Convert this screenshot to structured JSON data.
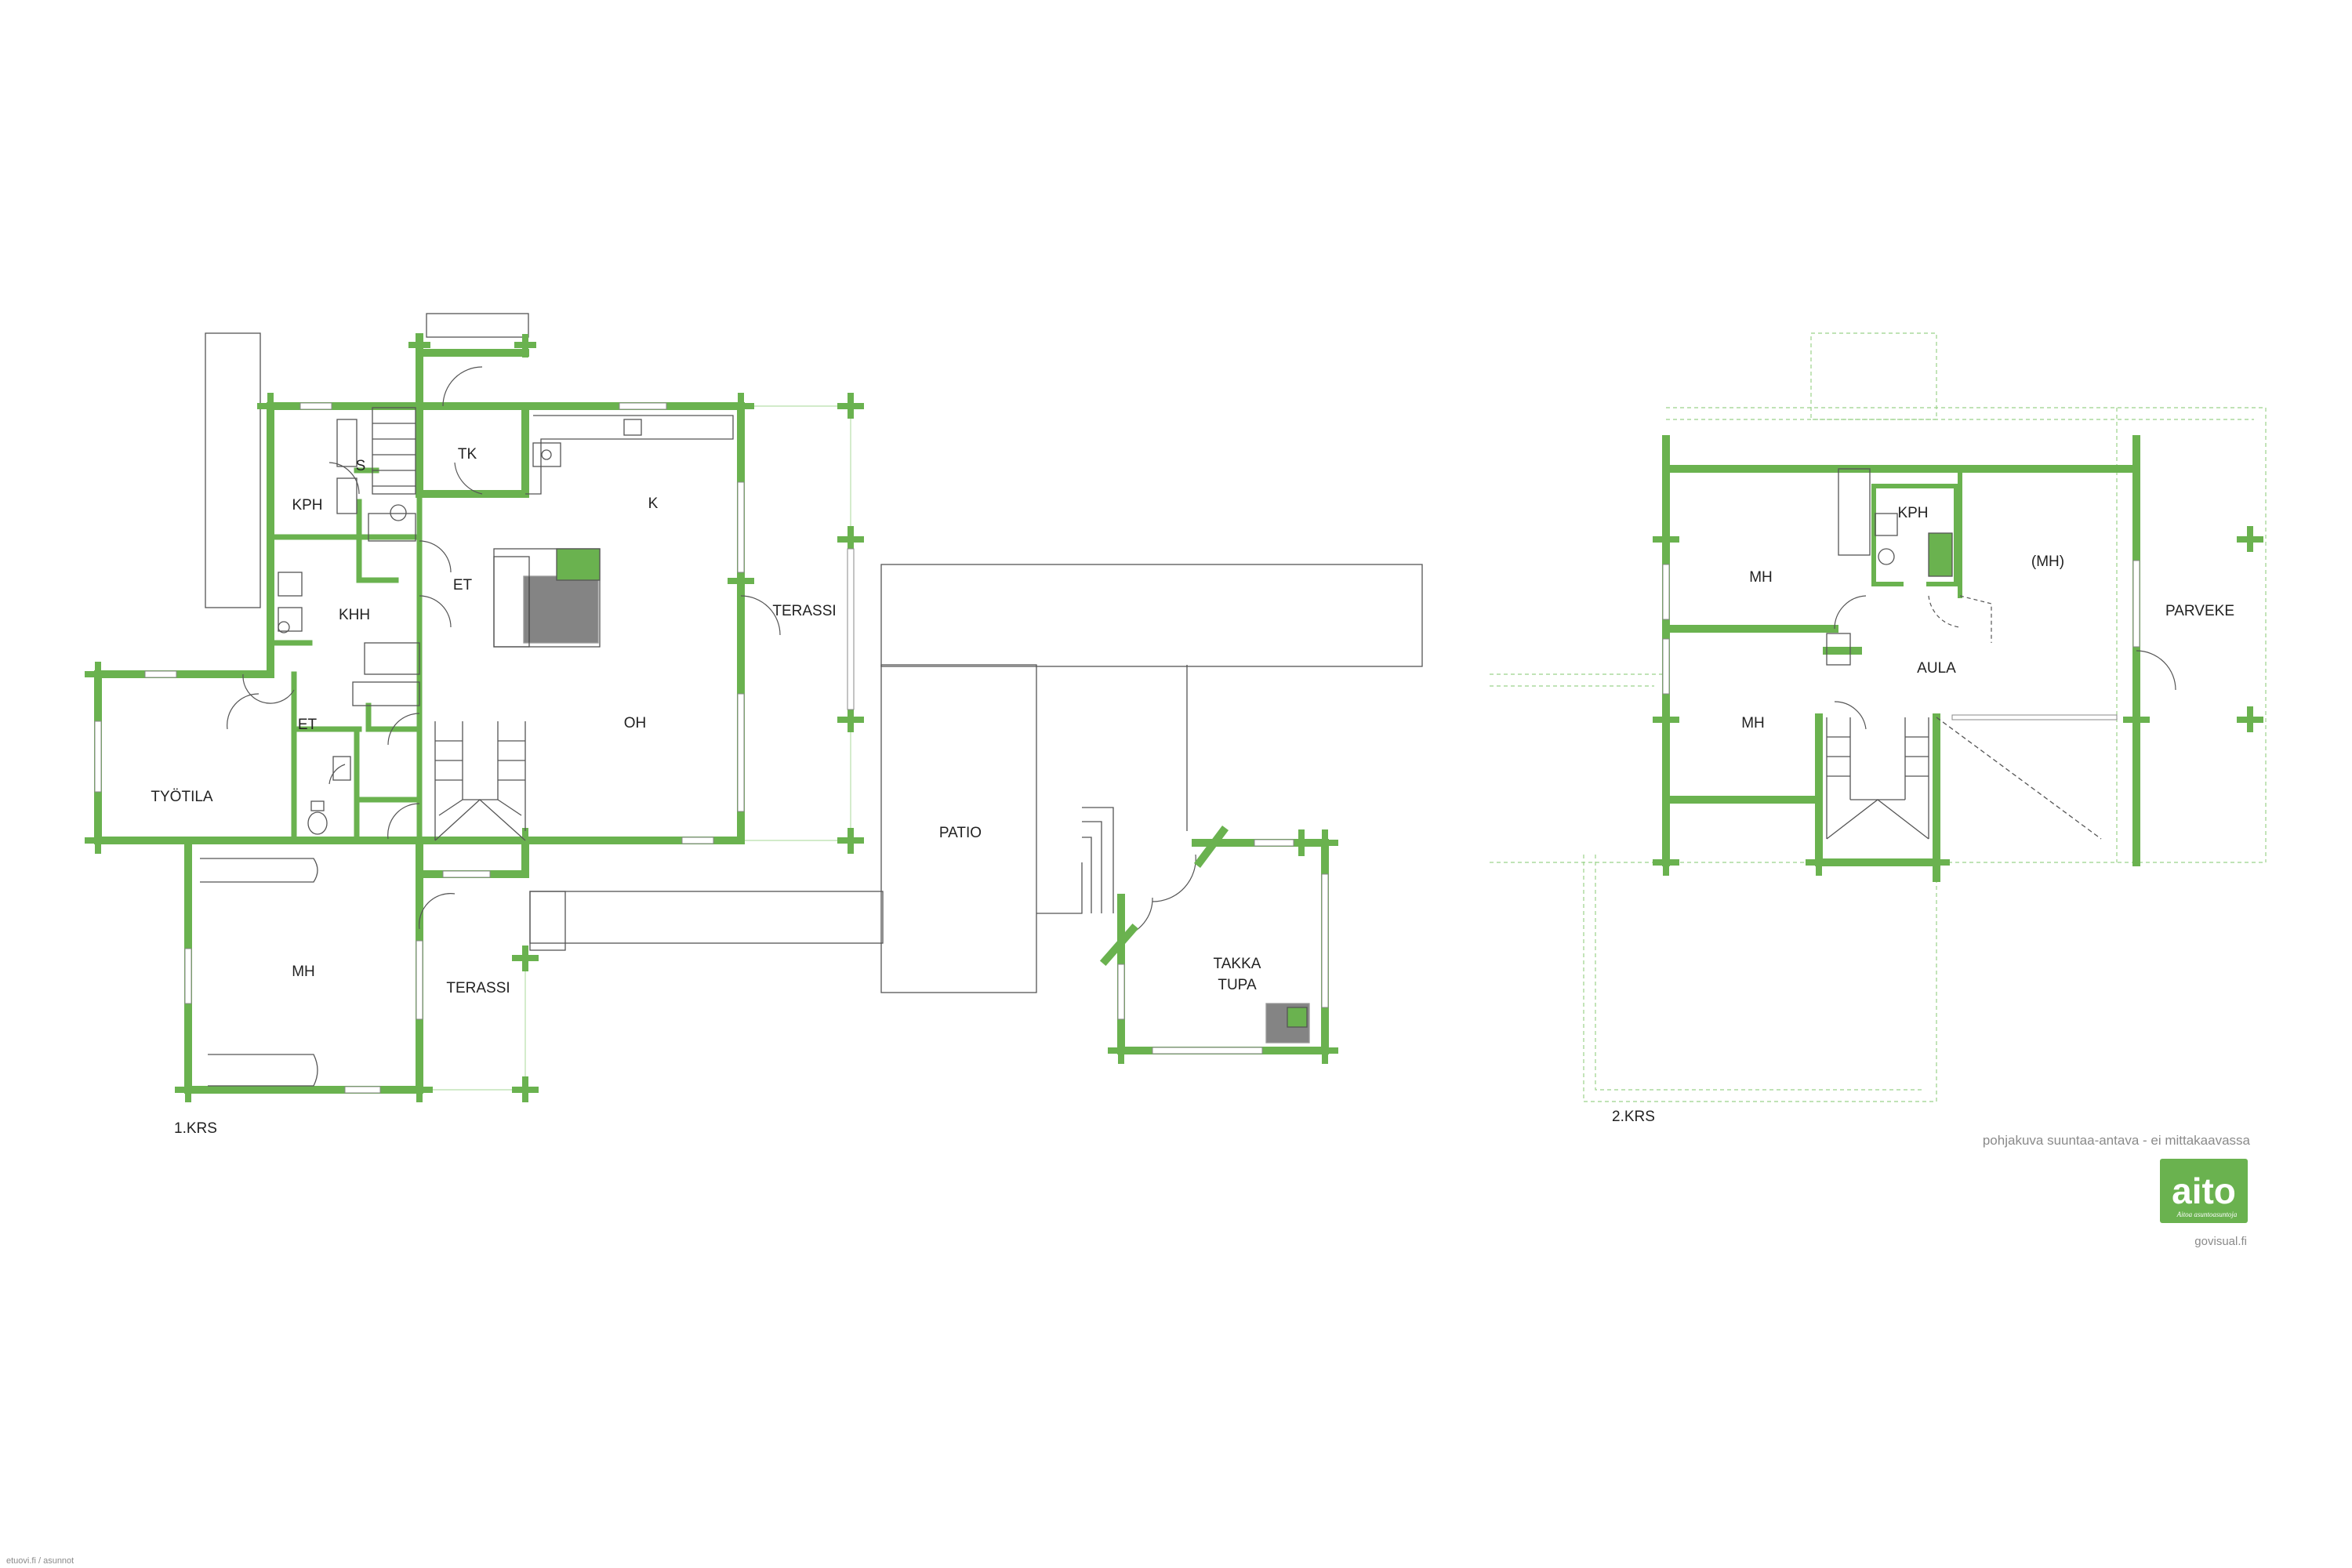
{
  "floor1": {
    "level_label": "1.KRS",
    "rooms": {
      "s": "S",
      "tk": "TK",
      "k": "K",
      "kph": "KPH",
      "et_upper": "ET",
      "khh": "KHH",
      "terassi_east": "TERASSI",
      "oh": "OH",
      "et_lower": "ET",
      "tyotila": "TYÖTILA",
      "mh": "MH",
      "terassi_south": "TERASSI",
      "patio": "PATIO",
      "takka_line1": "TAKKA",
      "takka_line2": "TUPA"
    }
  },
  "floor2": {
    "level_label": "2.KRS",
    "rooms": {
      "kph": "KPH",
      "mh_upper": "MH",
      "mh_paren": "(MH)",
      "parveke": "PARVEKE",
      "aula": "AULA",
      "mh_lower": "MH"
    }
  },
  "disclaimer": "pohjakuva suuntaa-antava - ei mittakaavassa",
  "logo": {
    "text": "aito",
    "tagline": "Aitoa asuntoasuntoja"
  },
  "credit": "govisual.fi",
  "footer_note": "etuovi.fi / asunnot",
  "colors": {
    "wall": "#6ab24f",
    "logo_bg": "#6ab24f",
    "text": "#222222"
  }
}
